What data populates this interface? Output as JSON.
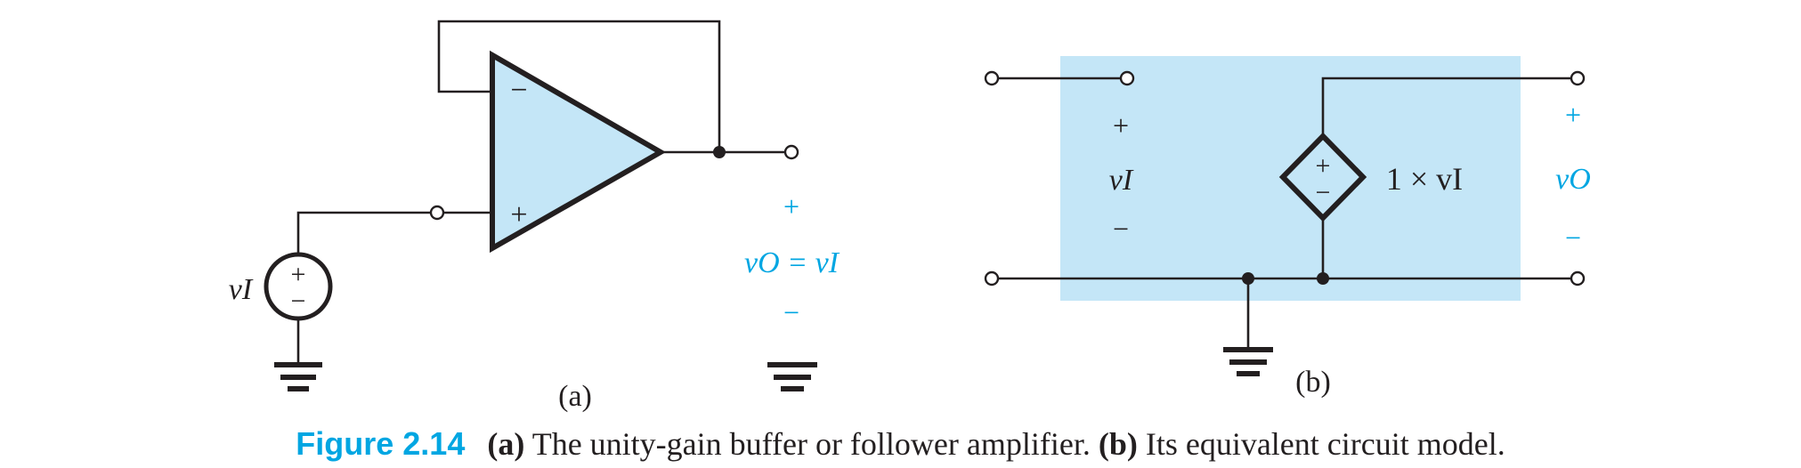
{
  "figure": {
    "label": "Figure 2.14",
    "caption_a_tag": "(a)",
    "caption_a_text": "The unity-gain buffer or follower amplifier.",
    "caption_b_tag": "(b)",
    "caption_b_text": "Its equivalent circuit model."
  },
  "circuit_a": {
    "sublabel": "(a)",
    "source_label": "vI",
    "source_plus": "+",
    "source_minus": "−",
    "opamp_minus": "−",
    "opamp_plus": "+",
    "output_plus": "+",
    "output_label": "vO = vI",
    "output_minus": "−"
  },
  "circuit_b": {
    "sublabel": "(b)",
    "input_plus": "+",
    "input_label": "vI",
    "input_minus": "−",
    "dep_source_plus": "+",
    "dep_source_minus": "−",
    "gain_label": "1 × vI",
    "output_plus": "+",
    "output_label": "vO",
    "output_minus": "−"
  },
  "colors": {
    "ink": "#231f20",
    "accent": "#00a6e2",
    "fill": "#c4e6f7"
  }
}
